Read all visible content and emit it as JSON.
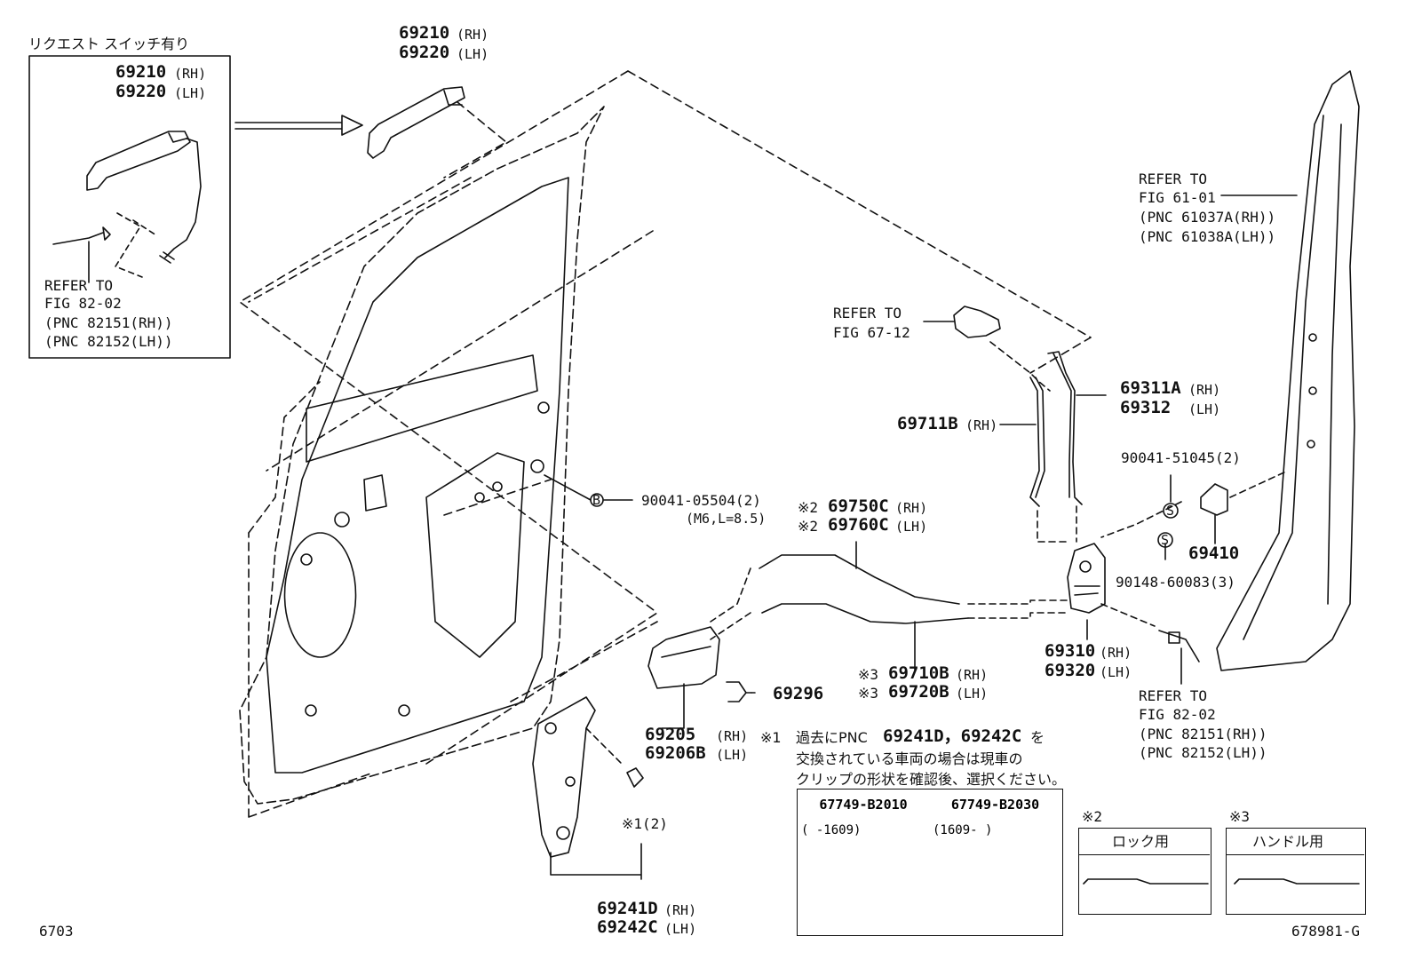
{
  "inset": {
    "title": "リクエスト スイッチ有り",
    "pn_rh": "69210",
    "pn_lh": "69220",
    "rh": "(RH)",
    "lh": "(LH)",
    "refer": [
      "REFER TO",
      "FIG 82-02",
      "(PNC 82151(RH))",
      "(PNC 82152(LH))"
    ]
  },
  "parts": {
    "handle_top_rh": "69210",
    "handle_top_lh": "69220",
    "rod_rh": "69311A",
    "rod_lh": "69312",
    "rod2": "69711B",
    "cable_a_rh": "69750C",
    "cable_a_lh": "69760C",
    "cable_b_rh": "69710B",
    "cable_b_lh": "69720B",
    "lock_rh": "69310",
    "lock_lh": "69320",
    "striker": "69410",
    "inner_handle_rh": "69205",
    "inner_handle_lh": "69206B",
    "screw": "69296",
    "bracket_rh": "69241D",
    "bracket_lh": "69242C",
    "bolt_b": "90041-05504(2)",
    "bolt_b_spec": "(M6,L=8.5)",
    "bolt_s1": "90041-51045(2)",
    "bolt_s2": "90148-60083(3)",
    "clip_qty": "※1(2)",
    "rh": "(RH)",
    "lh": "(LH)",
    "mark2": "※2",
    "mark3": "※3",
    "b_mark": "B",
    "s_mark": "S"
  },
  "refers": {
    "pillar": [
      "REFER TO",
      "FIG 61-01",
      "(PNC 61037A(RH))",
      "(PNC 61038A(LH))"
    ],
    "cylinder": [
      "REFER TO",
      "FIG 67-12"
    ],
    "cable": [
      "REFER TO",
      "FIG 82-02",
      "(PNC 82151(RH))",
      "(PNC 82152(LH))"
    ]
  },
  "note": {
    "mark": "※1",
    "line1": "過去にPNC",
    "pnc": "69241D，69242C",
    "line1b": "を",
    "line2": "交換されている車両の場合は現車の",
    "line3": "クリップの形状を確認後、選択ください。"
  },
  "clip_table": {
    "headers": [
      "67749-B2010",
      "67749-B2030"
    ],
    "ranges": [
      "(    -1609)",
      "(1609-      )"
    ]
  },
  "legend2": {
    "mark": "※2",
    "label": "ロック用"
  },
  "legend3": {
    "mark": "※3",
    "label": "ハンドル用"
  },
  "footer": {
    "left": "6703",
    "right": "678981-G"
  }
}
